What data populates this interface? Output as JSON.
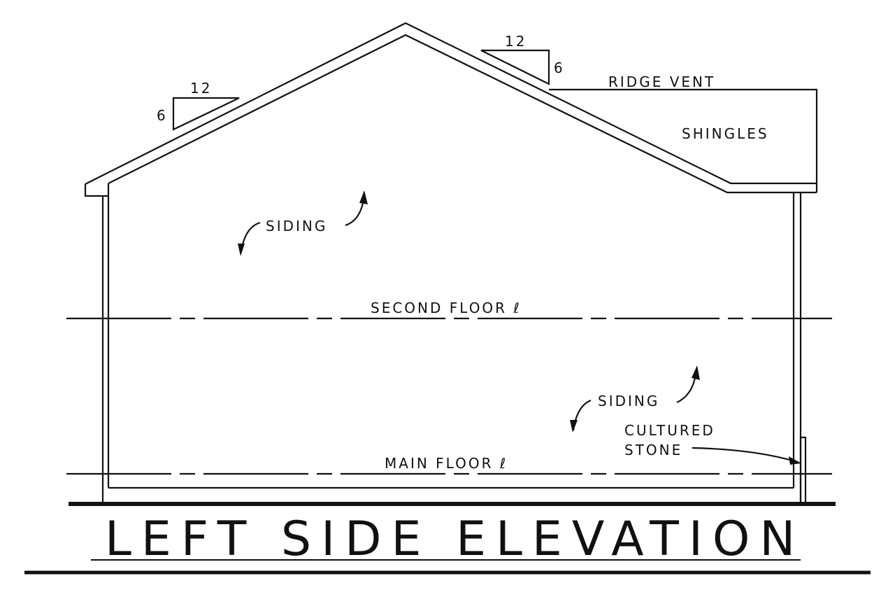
{
  "title": "LEFT SIDE ELEVATION",
  "labels": {
    "ridge_vent": "RIDGE VENT",
    "shingles": "SHINGLES",
    "siding_upper": "SIDING",
    "siding_lower": "SIDING",
    "second_floor": "SECOND FLOOR ℓ",
    "main_floor": "MAIN FLOOR ℓ",
    "cultured_stone_line1": "CULTURED",
    "cultured_stone_line2": "STONE"
  },
  "pitch_left": {
    "run": "12",
    "rise": "6"
  },
  "pitch_right": {
    "run": "12",
    "rise": "6"
  }
}
